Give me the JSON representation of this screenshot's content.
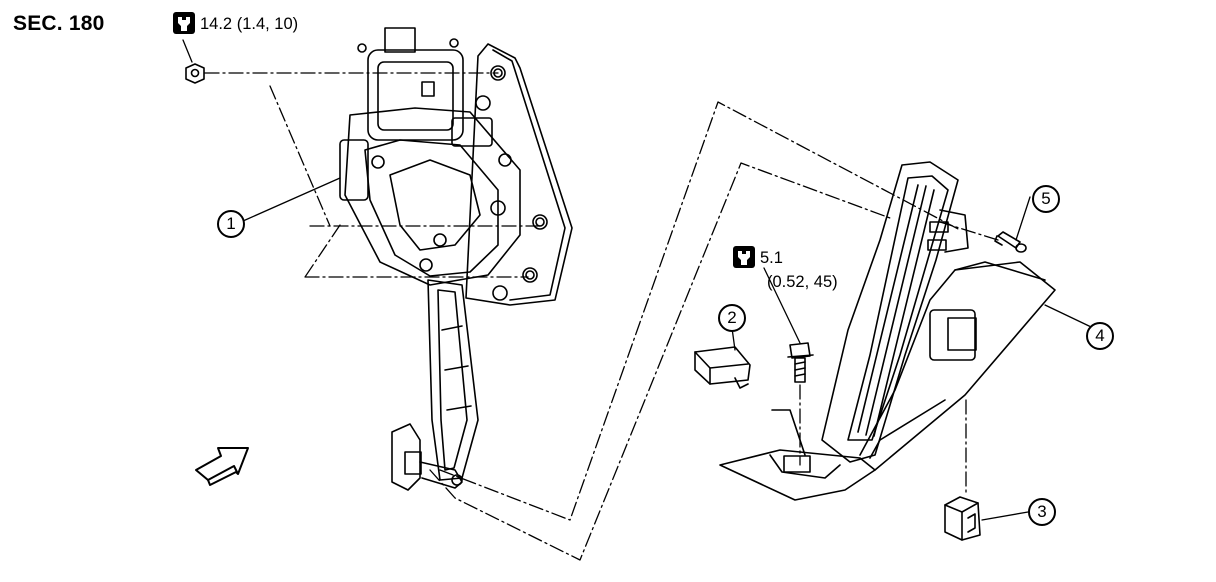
{
  "section_label": "SEC. 180",
  "torques": [
    {
      "icon": "torque-wrench-icon",
      "value": "14.2 (1.4, 10)",
      "line2": ""
    },
    {
      "icon": "torque-wrench-icon",
      "value": "5.1",
      "line2": "(0.52, 45)"
    }
  ],
  "callouts": [
    "1",
    "2",
    "3",
    "4",
    "5"
  ],
  "icons": {
    "direction": "front-direction-arrow-icon"
  }
}
